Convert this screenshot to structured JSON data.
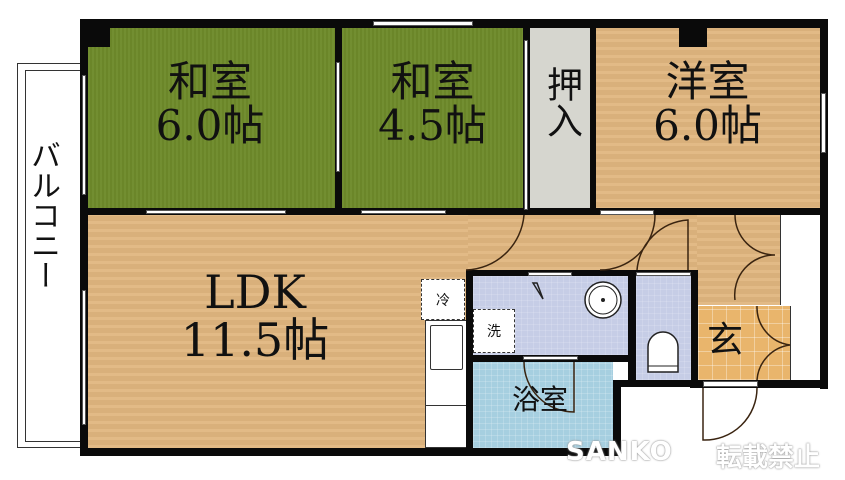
{
  "floorplan": {
    "rooms": {
      "washitsu1": {
        "name": "和室",
        "size": "6.0帖"
      },
      "washitsu2": {
        "name": "和室",
        "size": "4.5帖"
      },
      "oshiire": {
        "name": "押入"
      },
      "youshitsu": {
        "name": "洋室",
        "size": "6.0帖"
      },
      "ldk": {
        "name": "LDK",
        "size": "11.5帖"
      },
      "bathroom": {
        "name": "浴室"
      },
      "entrance": {
        "name": "玄"
      },
      "balcony": {
        "name": "バルコニー"
      }
    },
    "fixtures": {
      "fridge": "冷",
      "washer": "洗"
    },
    "colors": {
      "tatami": "#6e8a2a",
      "wood_floor": "#e0b67f",
      "closet": "#d6d6cf",
      "washroom": "#c6cde6",
      "bath": "#a6cfe0",
      "genkan_tile": "#e9b56c",
      "wall": "#0a0a0a"
    }
  },
  "watermark": {
    "brand": "SANKO",
    "notice": "転載禁止"
  }
}
